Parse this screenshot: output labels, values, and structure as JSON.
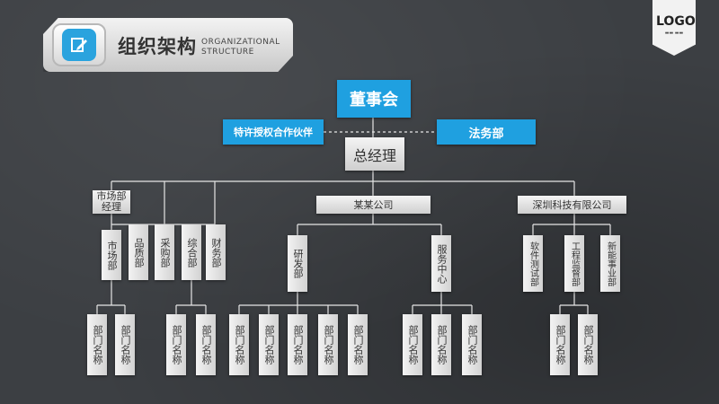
{
  "header": {
    "title_cn": "组织架构",
    "title_en_line1": "ORGANIZATIONAL",
    "title_en_line2": "STRUCTURE",
    "icon": "edit-icon"
  },
  "logo": {
    "text": "LOGO"
  },
  "colors": {
    "accent": "#1fa0e0",
    "box_gray": "#dcdcdc",
    "background": "#3c3f43",
    "lines": "#e6e6e6"
  },
  "top": {
    "board": "董事会",
    "partner": "特许授权合作伙伴",
    "legal": "法务部",
    "gm": "总经理"
  },
  "level2": {
    "market_manager": "市场部经理",
    "company_a": "某某公司",
    "company_b": "深圳科技有限公司"
  },
  "depts": {
    "market": "市场部",
    "quality": "品质部",
    "purchase": "采购部",
    "general": "综合部",
    "finance": "财务部",
    "rnd": "研发部",
    "service": "服务中心",
    "software": "软件测试部",
    "engineering": "工程监督部",
    "new_business": "新能事业部"
  },
  "sub_label": "部门名称"
}
